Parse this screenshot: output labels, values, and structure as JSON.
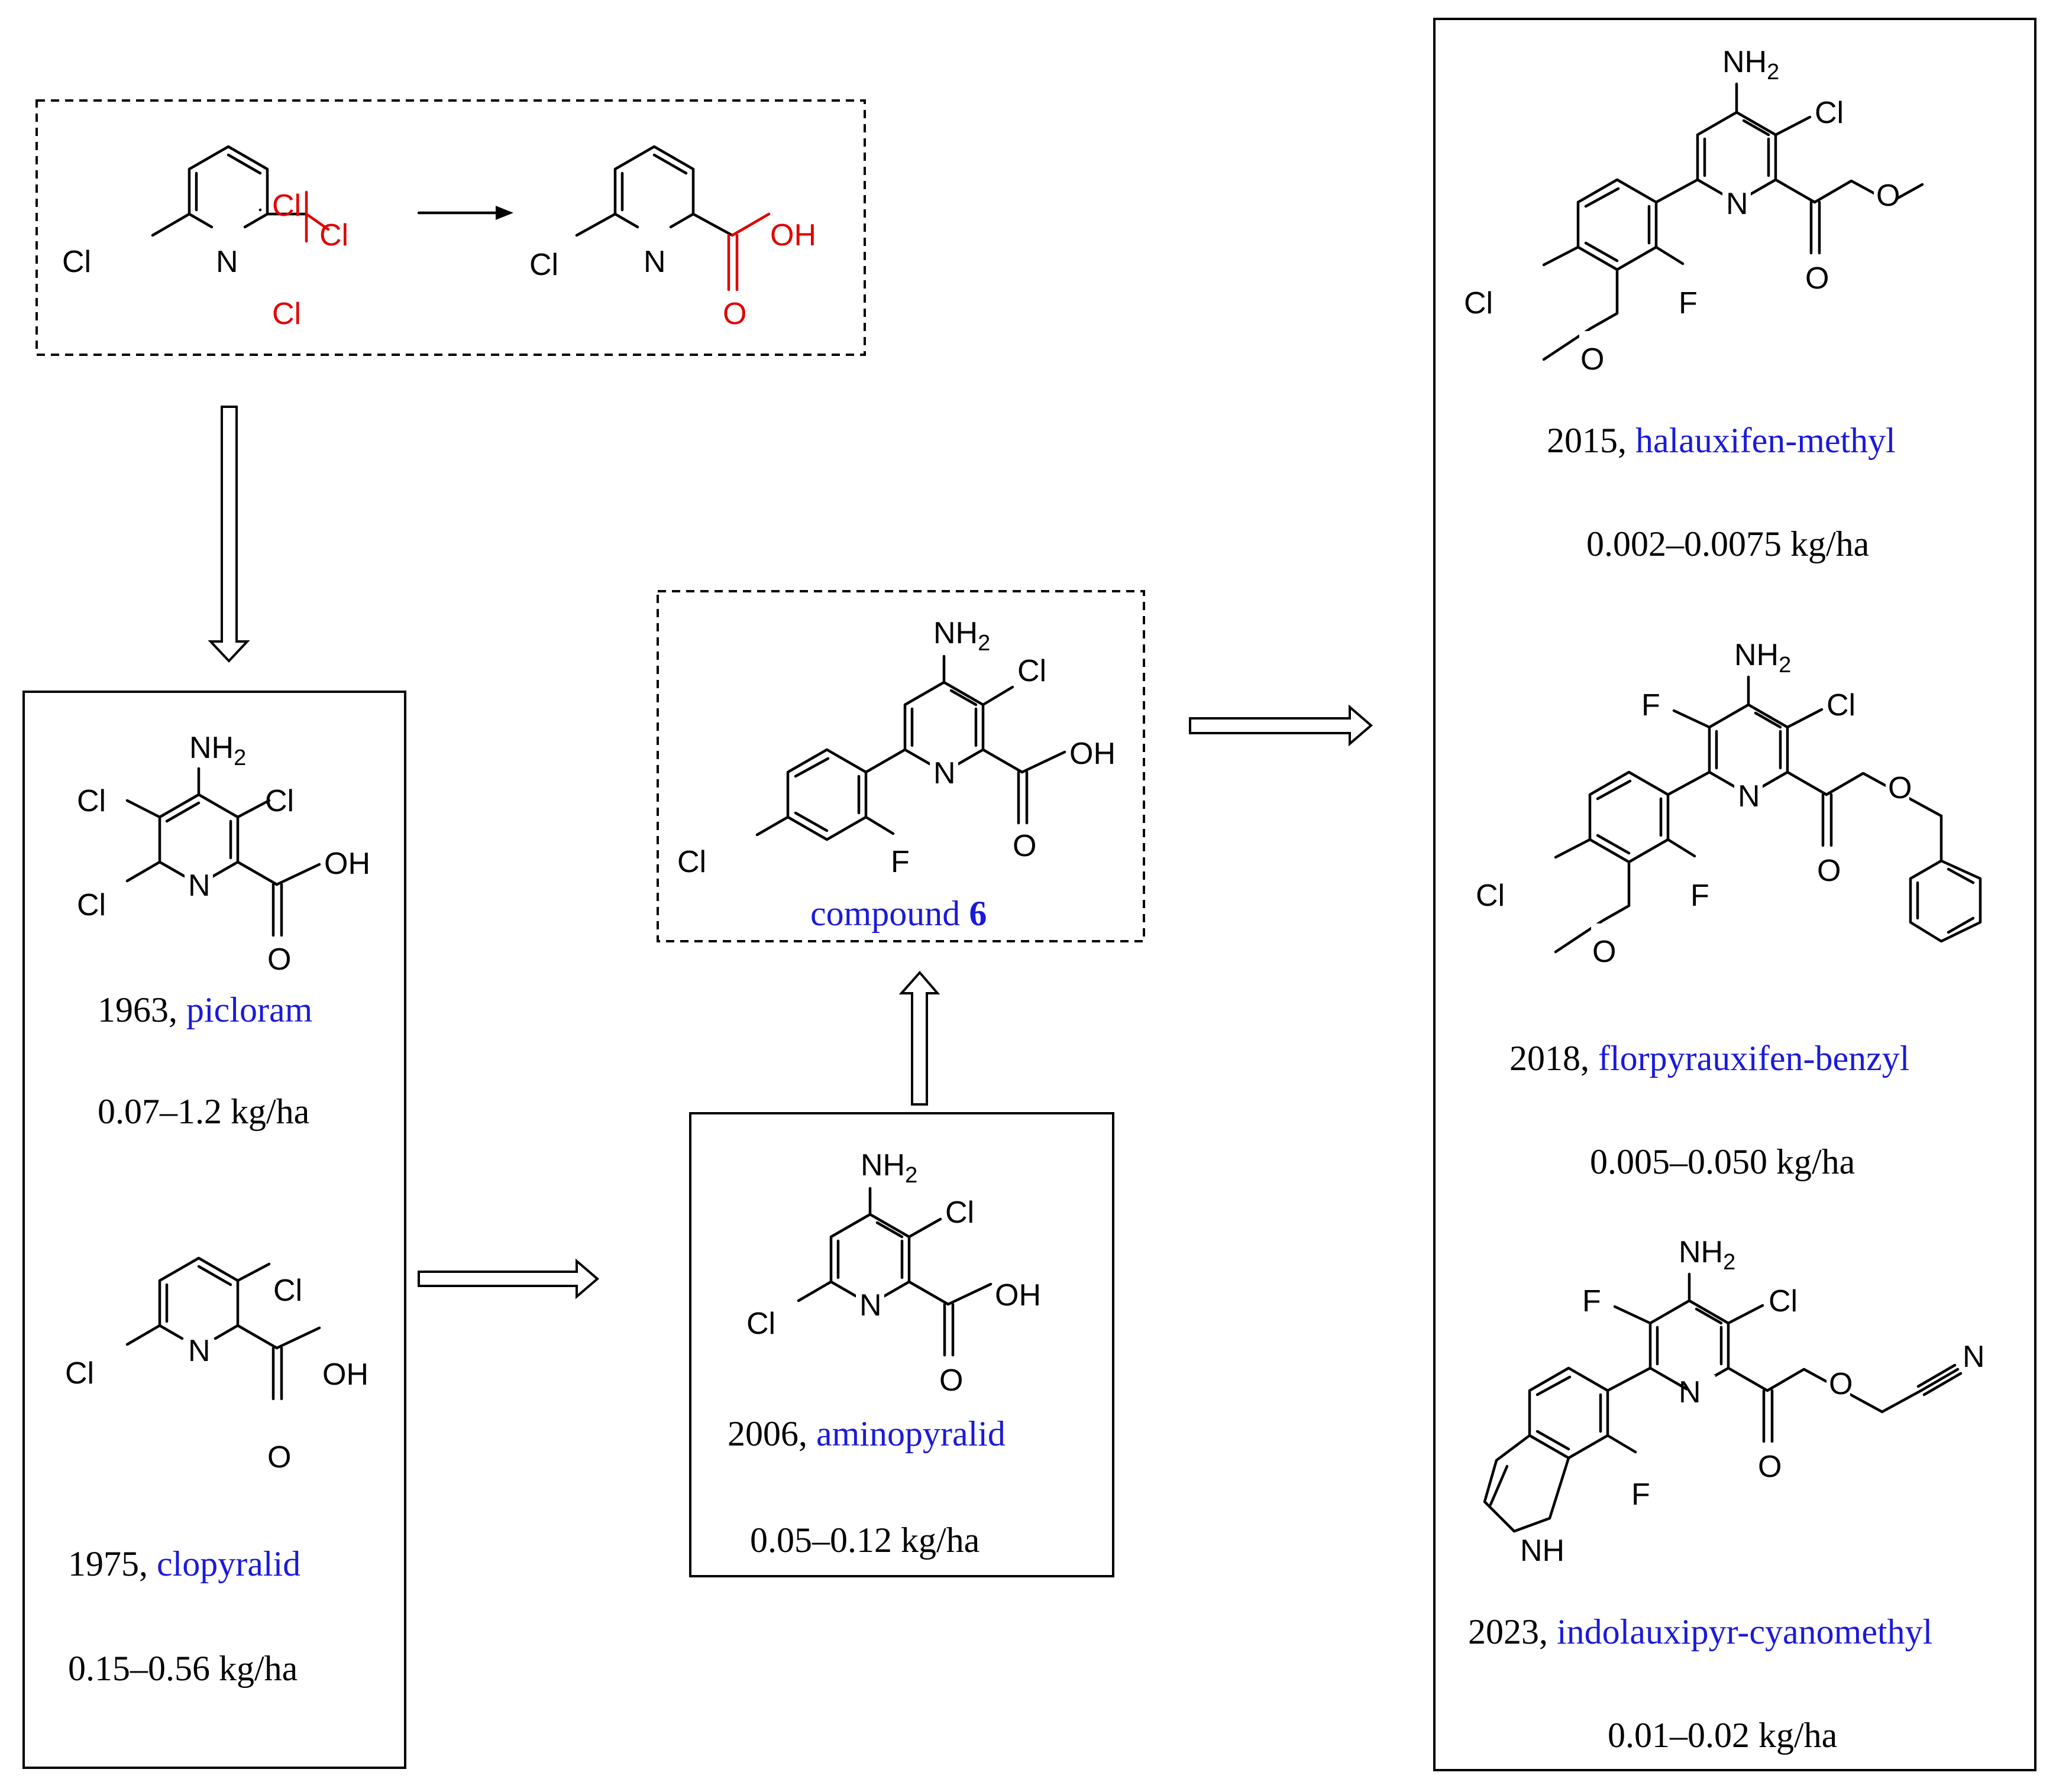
{
  "atoms": {
    "cl": "Cl",
    "n": "N",
    "nh2": "NH",
    "nh2_sub": "2",
    "oh": "OH",
    "o": "O",
    "f": "F",
    "nh": "NH"
  },
  "colors": {
    "highlight_red": "#e00000",
    "name_blue": "#1a1adb"
  },
  "compounds": [
    {
      "year": "1963, ",
      "name": "picloram",
      "rate": "0.07–1.2 kg/ha"
    },
    {
      "year": "1975, ",
      "name": "clopyralid",
      "rate": "0.15–0.56 kg/ha"
    },
    {
      "year": "2006, ",
      "name": "aminopyralid",
      "rate": "0.05–0.12  kg/ha"
    },
    {
      "year": "2015, ",
      "name": "halauxifen-methyl",
      "rate": "0.002–0.0075 kg/ha"
    },
    {
      "year": "2018, ",
      "name": "florpyrauxifen-benzyl",
      "rate": "0.005–0.050 kg/ha"
    },
    {
      "year": "2023, ",
      "name": "indolauxipyr-cyanomethyl",
      "rate": "0.01–0.02 kg/ha"
    }
  ],
  "compound6": {
    "label": "compound ",
    "number": "6"
  }
}
